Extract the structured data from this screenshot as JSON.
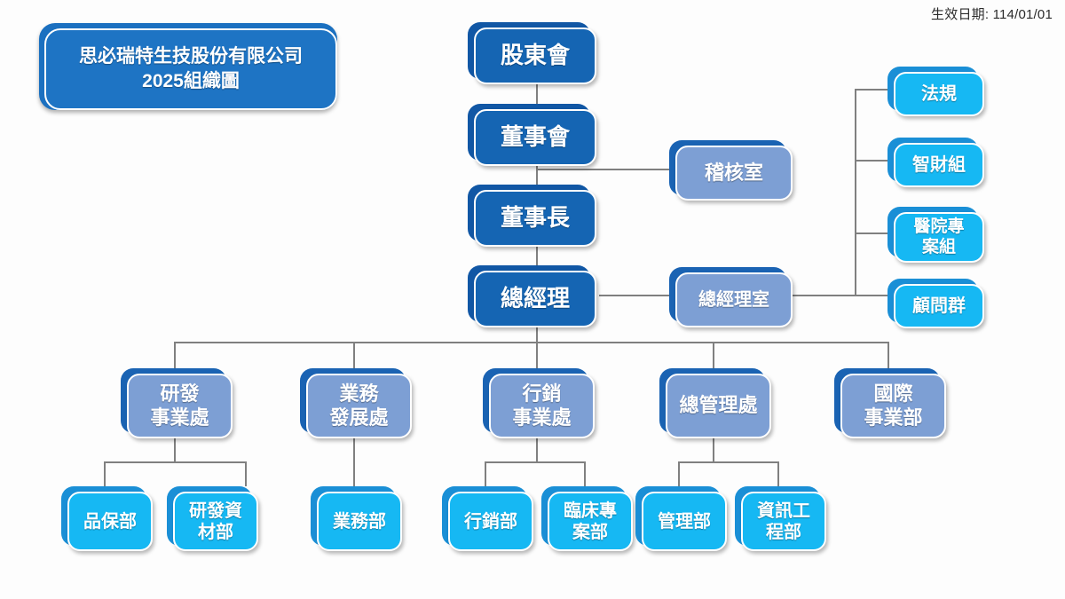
{
  "meta": {
    "effective_date_label": "生效日期: 114/01/01",
    "background_color": "#fdfdfd",
    "line_color": "#808080"
  },
  "title": {
    "line1": "思必瑞特生技股份有限公司",
    "line2": "2025組織圖",
    "color": "#1e74c4"
  },
  "palette": {
    "dark_blue": "#1565b3",
    "steel_blue": "#7d9fd4",
    "cyan_blue": "#16b8f3"
  },
  "chart_data": {
    "type": "diagram",
    "diagram_kind": "org-chart",
    "title": "思必瑞特生技股份有限公司 2025組織圖",
    "levels": [
      {
        "level": 1,
        "style": "dark_blue",
        "nodes": [
          "股東會"
        ]
      },
      {
        "level": 2,
        "style": "dark_blue",
        "nodes": [
          "董事會"
        ]
      },
      {
        "level": 3,
        "style": "dark_blue",
        "nodes": [
          "董事長"
        ]
      },
      {
        "level": 4,
        "style": "dark_blue",
        "nodes": [
          "總經理"
        ]
      },
      {
        "level": 5,
        "style": "steel_blue",
        "nodes": [
          "研發事業處",
          "業務發展處",
          "行銷事業處",
          "總管理處",
          "國際事業部"
        ]
      },
      {
        "level": 6,
        "style": "cyan_blue",
        "nodes": [
          "品保部",
          "研發資材部",
          "業務部",
          "行銷部",
          "臨床專案部",
          "管理部",
          "資訊工程部"
        ]
      }
    ],
    "staff_units": [
      {
        "label": "稽核室",
        "style": "steel_blue",
        "reports_to": "董事會"
      },
      {
        "label": "總經理室",
        "style": "steel_blue",
        "reports_to": "總經理"
      }
    ],
    "gm_office_groups": [
      "法規",
      "智財組",
      "醫院專案組",
      "顧問群"
    ],
    "edges": [
      [
        "股東會",
        "董事會"
      ],
      [
        "董事會",
        "董事長"
      ],
      [
        "董事會",
        "稽核室"
      ],
      [
        "董事長",
        "總經理"
      ],
      [
        "總經理",
        "總經理室"
      ],
      [
        "總經理室",
        "法規"
      ],
      [
        "總經理室",
        "智財組"
      ],
      [
        "總經理室",
        "醫院專案組"
      ],
      [
        "總經理室",
        "顧問群"
      ],
      [
        "總經理",
        "研發事業處"
      ],
      [
        "總經理",
        "業務發展處"
      ],
      [
        "總經理",
        "行銷事業處"
      ],
      [
        "總經理",
        "總管理處"
      ],
      [
        "總經理",
        "國際事業部"
      ],
      [
        "研發事業處",
        "品保部"
      ],
      [
        "研發事業處",
        "研發資材部"
      ],
      [
        "業務發展處",
        "業務部"
      ],
      [
        "行銷事業處",
        "行銷部"
      ],
      [
        "行銷事業處",
        "臨床專案部"
      ],
      [
        "總管理處",
        "管理部"
      ],
      [
        "總管理處",
        "資訊工程部"
      ]
    ]
  },
  "nodes": {
    "shareholders": {
      "label": "股東會"
    },
    "board": {
      "label": "董事會"
    },
    "chairman": {
      "label": "董事長"
    },
    "president": {
      "label": "總經理"
    },
    "audit_office": {
      "label": "稽核室"
    },
    "gm_office": {
      "label": "總經理室"
    },
    "regulatory": {
      "label": "法規"
    },
    "ip_group": {
      "label": "智財組"
    },
    "hospital_project": {
      "line1": "醫院專",
      "line2": "案組"
    },
    "consultants": {
      "label": "顧問群"
    },
    "rd_division": {
      "line1": "研發",
      "line2": "事業處"
    },
    "bd_division": {
      "line1": "業務",
      "line2": "發展處"
    },
    "mkt_division": {
      "line1": "行銷",
      "line2": "事業處"
    },
    "admin_division": {
      "label": "總管理處"
    },
    "intl_division": {
      "line1": "國際",
      "line2": "事業部"
    },
    "qa_dept": {
      "label": "品保部"
    },
    "rd_material_dept": {
      "line1": "研發資",
      "line2": "材部"
    },
    "sales_dept": {
      "label": "業務部"
    },
    "marketing_dept": {
      "label": "行銷部"
    },
    "clinical_dept": {
      "line1": "臨床專",
      "line2": "案部"
    },
    "management_dept": {
      "label": "管理部"
    },
    "it_dept": {
      "line1": "資訊工",
      "line2": "程部"
    }
  }
}
